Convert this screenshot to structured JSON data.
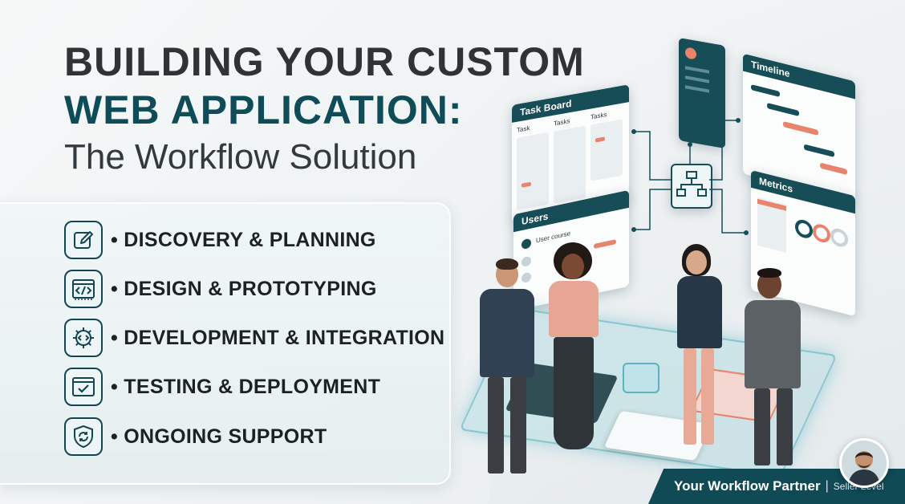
{
  "title": {
    "line1": "BUILDING YOUR CUSTOM",
    "line2": "WEB APPLICATION:",
    "line3": "The Workflow Solution"
  },
  "steps": [
    {
      "label": "• DISCOVERY & PLANNING",
      "icon": "edit-icon"
    },
    {
      "label": "• DESIGN & PROTOTYPING",
      "icon": "code-window-icon"
    },
    {
      "label": "• DEVELOPMENT & INTEGRATION",
      "icon": "gear-icon"
    },
    {
      "label": "• TESTING & DEPLOYMENT",
      "icon": "checkmark-window-icon"
    },
    {
      "label": "• ONGOING SUPPORT",
      "icon": "shield-refresh-icon"
    }
  ],
  "illustration": {
    "task_board": {
      "title": "Task Board",
      "columns": [
        "Task",
        "Tasks",
        "Tasks"
      ]
    },
    "timeline": {
      "title": "Timeline"
    },
    "users": {
      "title": "Users",
      "row": "User course"
    },
    "metrics": {
      "title": "Metrics"
    }
  },
  "footer": {
    "partner": "Your Workflow Partner",
    "separator": "|",
    "level": "Seller Level"
  },
  "colors": {
    "primary": "#0f4c57",
    "title_dark": "#2f3336",
    "accent_coral": "#e8836e"
  }
}
